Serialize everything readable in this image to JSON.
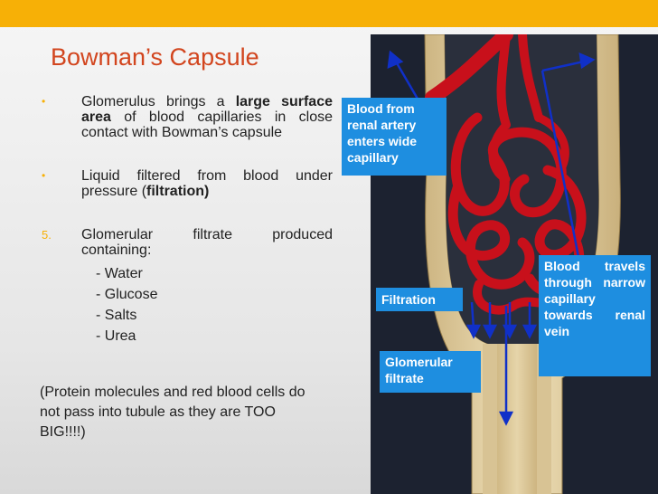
{
  "slide": {
    "title": "Bowman’s Capsule",
    "bullets": [
      {
        "marker": "•",
        "pre": "Glomerulus brings a ",
        "bold": "large surface area",
        "post": " of blood capillaries in close contact with Bowman’s capsule"
      },
      {
        "marker": "•",
        "pre": "Liquid filtered from blood under pressure (",
        "bold": "filtration)",
        "post": ""
      },
      {
        "marker": "5.",
        "text": "Glomerular filtrate produced containing:"
      }
    ],
    "sublist": [
      "- Water",
      "- Glucose",
      "- Salts",
      "- Urea"
    ],
    "note": "(Protein molecules and red blood cells do not pass into tubule as they are TOO BIG!!!!)"
  },
  "diagram": {
    "labels": {
      "blood_from": "Blood from renal artery enters wide capillary",
      "filtration": "Filtration",
      "glomerular_filtrate": "Glomerular filtrate",
      "blood_travels": "Blood travels through narrow capillary towards renal vein"
    },
    "colors": {
      "label_bg": "#1e8ee0",
      "title": "#d2451e",
      "accent_bar": "#f7b006",
      "vessel": "#c8101b",
      "capsule": "#e2cfa0",
      "background": "#1c2230",
      "arrow": "#1030c8"
    }
  }
}
